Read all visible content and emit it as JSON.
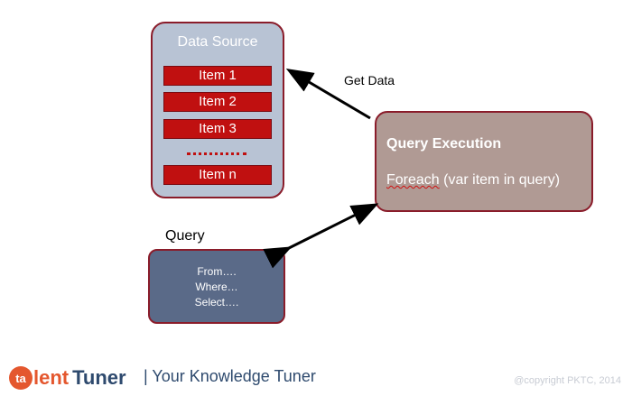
{
  "data_source": {
    "title": "Data Source",
    "items": [
      "Item 1",
      "Item 2",
      "Item 3",
      "Item n"
    ]
  },
  "query_execution": {
    "title": "Query Execution",
    "code_first_word": "Foreach",
    "code_rest": " (var item in query)"
  },
  "query": {
    "label": "Query",
    "lines": [
      "From….",
      "Where…",
      "Select…."
    ]
  },
  "arrow_label": "Get Data",
  "footer": {
    "logo_ta": "ta",
    "logo_lent": "lent",
    "logo_tuner": "Tuner",
    "tagline": "| Your Knowledge Tuner",
    "copyright": "@copyright PKTC, 2014"
  },
  "colors": {
    "datasource_bg": "#b8c3d4",
    "item_bg": "#c01010",
    "box_border": "#8a1c2a",
    "qexec_bg": "#b09a94",
    "query_bg": "#5a6a88",
    "brand_orange": "#e4572e",
    "brand_navy": "#2e4a6e"
  }
}
